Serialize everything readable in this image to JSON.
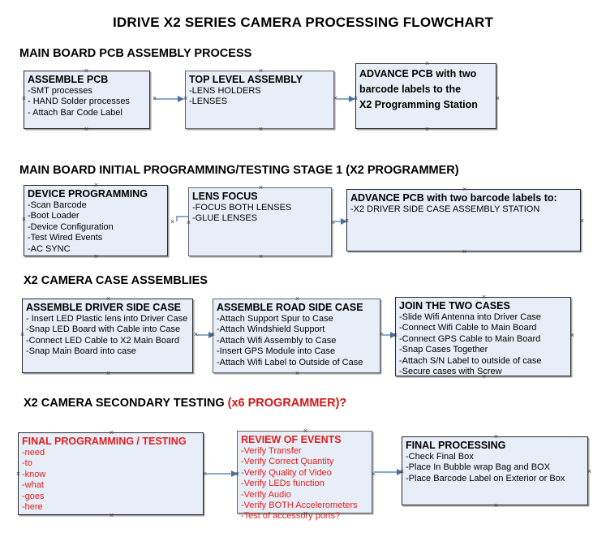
{
  "document": {
    "title": "IDRIVE X2  SERIES CAMERA PROCESSING FLOWCHART",
    "accent_red": "#e02020",
    "node_fill": "#e8eef7",
    "node_border": "#2b2b2b",
    "arrow_color": "#4a6f9e"
  },
  "sections": [
    {
      "heading": "MAIN BOARD PCB ASSEMBLY PROCESS",
      "heading_highlight": "",
      "nodes": [
        {
          "title": "ASSEMBLE PCB",
          "items": [
            "-SMT processes",
            "- HAND Solder processes",
            "- Attach Bar Code Label"
          ]
        },
        {
          "title": "TOP LEVEL ASSEMBLY",
          "items": [
            "-LENS HOLDERS",
            "-LENSES"
          ]
        },
        {
          "title": "ADVANCE PCB with two",
          "items": [
            "barcode labels to the",
            " X2 Programming Station"
          ]
        }
      ]
    },
    {
      "heading": "MAIN BOARD INITIAL PROGRAMMING/TESTING STAGE 1 (X2 PROGRAMMER)",
      "heading_highlight": "",
      "nodes": [
        {
          "title": "DEVICE PROGRAMMING",
          "items": [
            "-Scan Barcode",
            "-Boot Loader",
            "-Device Configuration",
            "-Test Wired Events",
            "-AC SYNC"
          ]
        },
        {
          "title": "LENS FOCUS",
          "items": [
            "-FOCUS BOTH LENSES",
            "-GLUE LENSES"
          ]
        },
        {
          "title": "ADVANCE PCB with two barcode labels to:",
          "items": [
            "-X2 DRIVER  SIDE  CASE  ASSEMBLY STATION"
          ]
        }
      ]
    },
    {
      "heading": "X2 CAMERA CASE ASSEMBLIES",
      "heading_highlight": "",
      "nodes": [
        {
          "title": "ASSEMBLE DRIVER SIDE CASE",
          "items": [
            "- Insert LED Plastic lens into Driver Case",
            "-Snap LED Board with Cable into Case",
            "-Connect LED Cable to X2 Main Board",
            "-Snap Main Board into case"
          ]
        },
        {
          "title": "ASSEMBLE ROAD SIDE CASE",
          "items": [
            "-Attach Support Spur to Case",
            "-Attach Windshield Support",
            "-Attach Wifi Assembly to Case",
            "-Insert GPS Module into Case",
            "-Attach Wifi Label to Outside of Case"
          ]
        },
        {
          "title": "JOIN THE TWO CASES",
          "items": [
            "-Slide Wifi Antenna into Driver Case",
            "-Connect Wifi Cable to Main Board",
            "-Connect GPS Cable to Main Board",
            "-Snap Cases Together",
            "-Attach S/N Label to outside of case",
            "-Secure cases with Screw"
          ]
        }
      ]
    },
    {
      "heading": "X2 CAMERA SECONDARY TESTING ",
      "heading_highlight": "(x6 PROGRAMMER)?",
      "nodes": [
        {
          "title": "FINAL PROGRAMMING / TESTING",
          "items": [
            "-need",
            "-to",
            "-know",
            "-what",
            "-goes",
            "-here"
          ]
        },
        {
          "title": "REVIEW OF EVENTS",
          "items": [
            "-Verify Transfer",
            "-Verify Correct Quantity",
            "-Verify Quality of Video",
            "-Verify LEDs function",
            "-Verify Audio",
            "-Verify BOTH Accelerometers",
            "-Test of accessory ports?"
          ]
        },
        {
          "title": "FINAL PROCESSING",
          "items": [
            " -Check Final Box",
            "-Place In Bubble wrap Bag and BOX",
            "-Place Barcode Label on Exterior or Box"
          ]
        }
      ]
    }
  ]
}
